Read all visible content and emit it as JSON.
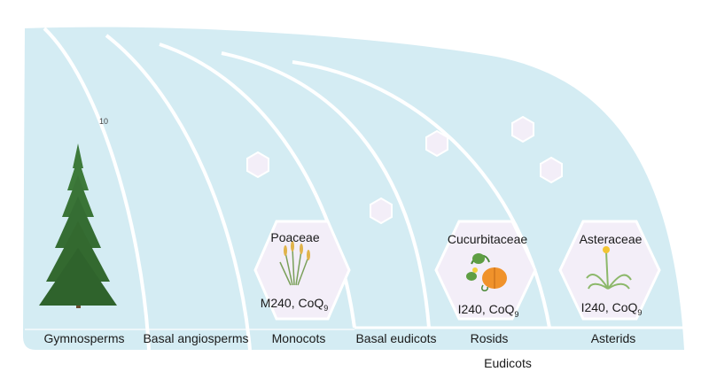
{
  "clades": [
    {
      "name": "Gymnosperms"
    },
    {
      "name": "Basal angiosperms"
    },
    {
      "name": "Monocots"
    },
    {
      "name": "Basal eudicots"
    },
    {
      "name": "Rosids"
    },
    {
      "name": "Asterids"
    }
  ],
  "group_label": "Eudicots",
  "families": [
    {
      "name": "Poaceae",
      "value_prefix": "M240, CoQ",
      "value_sub": "9",
      "icon": "grass-plant-icon"
    },
    {
      "name": "Cucurbitaceae",
      "value_prefix": "I240, CoQ",
      "value_sub": "9",
      "icon": "pumpkin-icon"
    },
    {
      "name": "Asteraceae",
      "value_prefix": "I240, CoQ",
      "value_sub": "9",
      "icon": "dandelion-icon"
    }
  ],
  "small_marker": "10",
  "colors": {
    "fan_fill": "#d4ecf3",
    "arc_stroke": "#ffffff",
    "hex_fill": "#f3eef8",
    "hex_stroke": "#ffffff",
    "tree_green": "#3d7a3a"
  }
}
